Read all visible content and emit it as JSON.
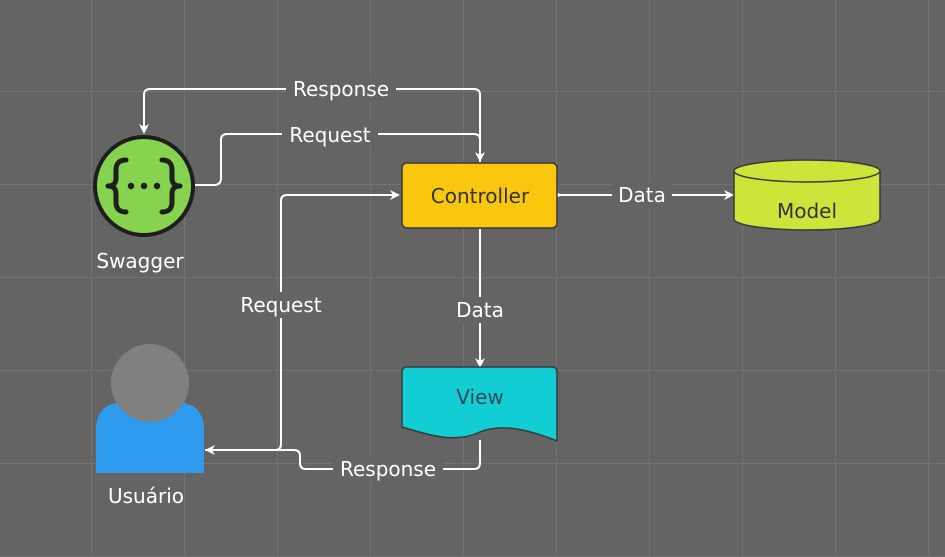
{
  "nodes": {
    "controller": {
      "label": "Controller",
      "fill": "#f9c80e",
      "stroke": "#3a3a3a"
    },
    "model": {
      "label": "Model",
      "fill": "#cde53a",
      "stroke": "#3a3a3a"
    },
    "view": {
      "label": "View",
      "fill": "#13cdd4",
      "stroke": "#3a3a3a"
    },
    "swagger": {
      "label": "Swagger",
      "fill": "#85d34f",
      "stroke": "#2a2a2a",
      "icon": "curly-braces-ellipsis-icon"
    },
    "usuario": {
      "label": "Usuário",
      "body_fill": "#2f9bef",
      "head_fill": "#808080",
      "icon": "user-icon"
    }
  },
  "edges": {
    "response_top": "Response",
    "request_top": "Request",
    "data_model": "Data",
    "data_view": "Data",
    "request_user": "Request",
    "response_bottom": "Response"
  },
  "colors": {
    "background": "#646464",
    "grid": "#737373",
    "edge": "#ffffff"
  }
}
